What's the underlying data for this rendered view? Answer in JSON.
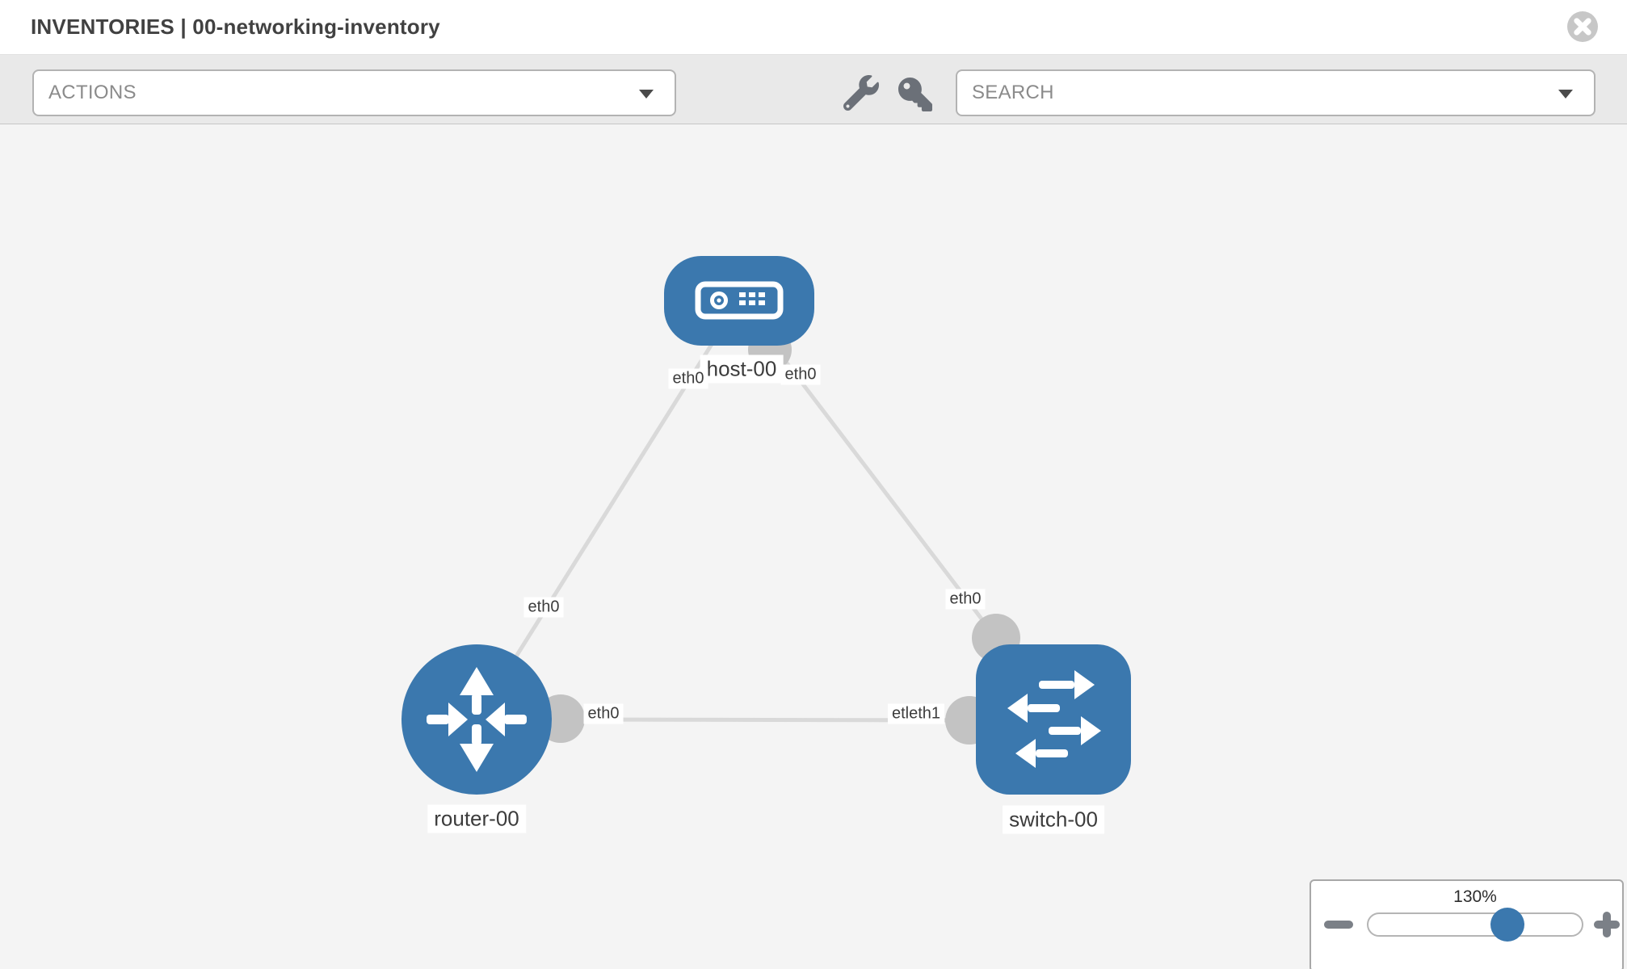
{
  "window": {
    "title": "INVENTORIES | 00-networking-inventory"
  },
  "toolbar": {
    "actions_label": "ACTIONS",
    "search_label": "SEARCH"
  },
  "icons": {
    "header_close": "circle-x-icon",
    "toolbar_left": "wrench-icon",
    "toolbar_right": "key-icon",
    "dropdown": "chevron-down-icon"
  },
  "graph": {
    "nodes": [
      {
        "label": "host-00",
        "type": "host",
        "icon": "server-icon"
      },
      {
        "label": "router-00",
        "type": "router",
        "icon": "router-arrows-icon"
      },
      {
        "label": "switch-00",
        "type": "switch",
        "icon": "switch-arrows-icon"
      }
    ],
    "links": [
      {
        "from": "host-00",
        "to": "router-00"
      },
      {
        "from": "host-00",
        "to": "switch-00"
      },
      {
        "from": "router-00",
        "to": "switch-00"
      }
    ],
    "interface_labels": [
      {
        "text": "eth0",
        "location": "host-bottom-left"
      },
      {
        "text": "eth0",
        "location": "host-bottom-right"
      },
      {
        "text": "eth0",
        "location": "link-host-router-near-router"
      },
      {
        "text": "eth0",
        "location": "link-host-switch-near-switch"
      },
      {
        "text": "eth0",
        "location": "link-router-switch-near-router"
      },
      {
        "text": "etleth1",
        "location": "link-router-switch-near-switch"
      }
    ]
  },
  "zoom_control": {
    "value": "130%"
  },
  "colors": {
    "node_blue": "#3b78ae",
    "link_gray": "#d9d9d9",
    "port_gray": "#c3c3c3",
    "canvas_bg": "#f4f4f4",
    "toolbar_bg": "#e9e9e9"
  }
}
